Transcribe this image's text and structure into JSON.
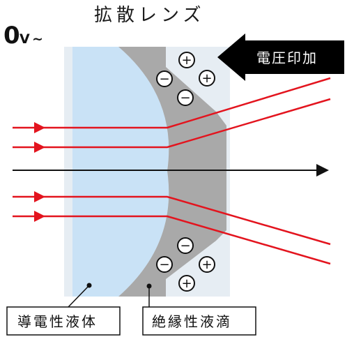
{
  "title": "拡散レンズ",
  "voltage": {
    "value": "0",
    "unit": "V",
    "suffix": "~"
  },
  "voltage_arrow_label": "電圧印加",
  "labels": {
    "conductive_liquid": "導電性液体",
    "insulating_droplet": "絶縁性液滴"
  },
  "charges": {
    "top": [
      "+",
      "−",
      "+",
      "−"
    ],
    "bottom": [
      "−",
      "−",
      "+",
      "+"
    ]
  },
  "colors": {
    "frame": "#e6edf3",
    "conductive_liquid": "#c9e2f6",
    "insulating_droplet": "#a9a9a9",
    "ray": "#e3141e",
    "axis": "#111111",
    "arrow_fill": "#000000"
  }
}
